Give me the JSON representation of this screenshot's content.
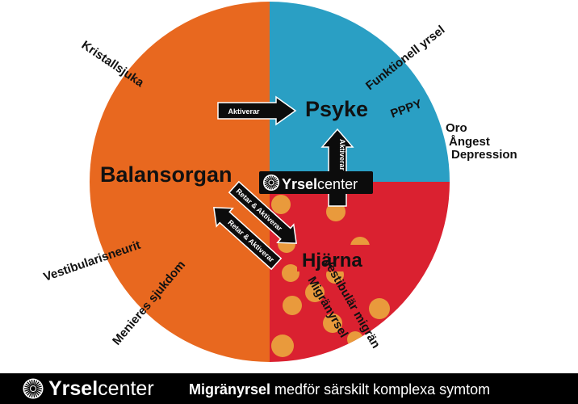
{
  "colors": {
    "balans": "#e8681f",
    "psyke": "#2a9fc4",
    "hjarna": "#da2130",
    "spots": "#e99a3c",
    "dark": "#0c0c0c"
  },
  "icons": {
    "logo": "yrselcenter-burst-logo-icon",
    "arrow": "arrow-icon"
  },
  "labels": {
    "kristallsjuka": "Kristallsjuka",
    "vestibularisneurit": "Vestibularisneurit",
    "menieres": "Menieres sjukdom",
    "balansorgan": "Balansorgan",
    "psyke": "Psyke",
    "pppy": "PPPY",
    "funktionell": "Funktionell yrsel",
    "oro": "Oro",
    "angest": "Ångest",
    "depression": "Depression",
    "hjarna": "Hjärna",
    "vestibular_migran": "Vestibulär migrän",
    "migranyrsel": "Migränyrsel"
  },
  "arrows": {
    "aktiverar_right": "Aktiverar",
    "aktiverar_up": "Aktiverar",
    "retar_1": "Retar & Aktiverar",
    "retar_2": "Retar & Aktiverar"
  },
  "logo": {
    "bold": "Yrsel",
    "rest": "center"
  },
  "footer": {
    "logo_bold": "Yrsel",
    "logo_rest": "center",
    "tagline_bold": "Migränyrsel",
    "tagline_rest": " medför särskilt komplexa symtom"
  }
}
